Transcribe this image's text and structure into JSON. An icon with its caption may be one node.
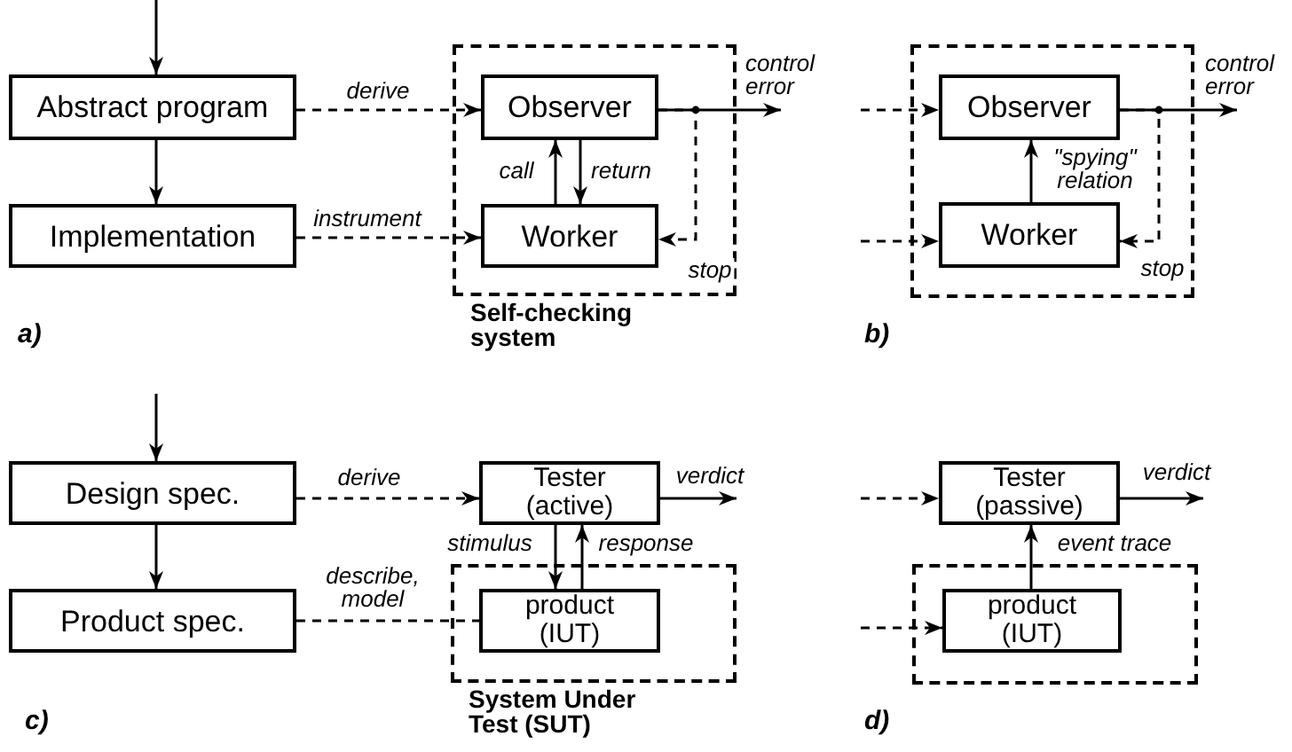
{
  "diagram": {
    "nodes": [
      {
        "text": [
          "Abstract program"
        ]
      },
      {
        "text": [
          "Implementation"
        ]
      },
      {
        "text": [
          "Self-checking system"
        ]
      },
      {
        "text": [
          "Observer"
        ],
        "in": 2
      },
      {
        "text": [
          "Worker"
        ],
        "in": 2
      },
      {
        "text": [],
        "shape": "box"
      },
      {
        "text": [
          "Observer"
        ],
        "in": 5
      },
      {
        "text": [
          "Worker"
        ],
        "in": 5
      },
      {
        "text": [
          "Design spec."
        ]
      },
      {
        "text": [
          "Product spec."
        ]
      },
      {
        "text": [
          "Tester (active)"
        ]
      },
      {
        "text": [
          "System Under Test (SUT)"
        ]
      },
      {
        "text": [
          "product (IUT)"
        ],
        "in": 11
      },
      {
        "text": [
          "Tester (passive)"
        ]
      },
      {
        "text": [],
        "shape": "box"
      },
      {
        "text": [
          "product (IUT)"
        ],
        "in": 14
      }
    ],
    "edges": [
      {
        "from": null,
        "to": 0,
        "arrow": "to"
      },
      {
        "from": 0,
        "to": 1,
        "arrow": "to"
      },
      {
        "from": 0,
        "to": 3,
        "arrow": "to",
        "label": "derive",
        "style": "dashed"
      },
      {
        "from": 1,
        "to": 4,
        "arrow": "to",
        "label": "instrument",
        "style": "dashed"
      },
      {
        "from": 4,
        "to": 3,
        "arrow": "to",
        "label": "call"
      },
      {
        "from": 3,
        "to": 4,
        "arrow": "to",
        "label": "return"
      },
      {
        "from": 3,
        "to": null,
        "arrow": "to",
        "label": "control error"
      },
      {
        "from": 3,
        "to": 4,
        "arrow": "to",
        "label": "stop",
        "style": "dashed"
      },
      {
        "from": null,
        "to": 6,
        "arrow": "to",
        "style": "dashed"
      },
      {
        "from": null,
        "to": 7,
        "arrow": "to",
        "style": "dashed"
      },
      {
        "from": 7,
        "to": 6,
        "arrow": "to",
        "label": "\"spying\" relation"
      },
      {
        "from": 6,
        "to": null,
        "arrow": "to",
        "label": "control error"
      },
      {
        "from": 6,
        "to": 7,
        "arrow": "to",
        "label": "stop",
        "style": "dashed"
      },
      {
        "from": null,
        "to": 8,
        "arrow": "to"
      },
      {
        "from": 8,
        "to": 9,
        "arrow": "to"
      },
      {
        "from": 8,
        "to": 10,
        "arrow": "to",
        "label": "derive",
        "style": "dashed"
      },
      {
        "from": 9,
        "to": 12,
        "arrow": "none",
        "label": "describe, model",
        "style": "dashed"
      },
      {
        "from": 10,
        "to": 12,
        "arrow": "to",
        "label": "stimulus"
      },
      {
        "from": 12,
        "to": 10,
        "arrow": "to",
        "label": "response"
      },
      {
        "from": 10,
        "to": null,
        "arrow": "to",
        "label": "verdict"
      },
      {
        "from": null,
        "to": 13,
        "arrow": "to",
        "style": "dashed"
      },
      {
        "from": null,
        "to": 15,
        "arrow": "to",
        "style": "dashed"
      },
      {
        "from": 15,
        "to": 13,
        "arrow": "to",
        "label": "event trace"
      },
      {
        "from": 13,
        "to": null,
        "arrow": "to",
        "label": "verdict"
      }
    ],
    "labels": [
      "a)",
      "b)",
      "c)",
      "d)"
    ]
  }
}
